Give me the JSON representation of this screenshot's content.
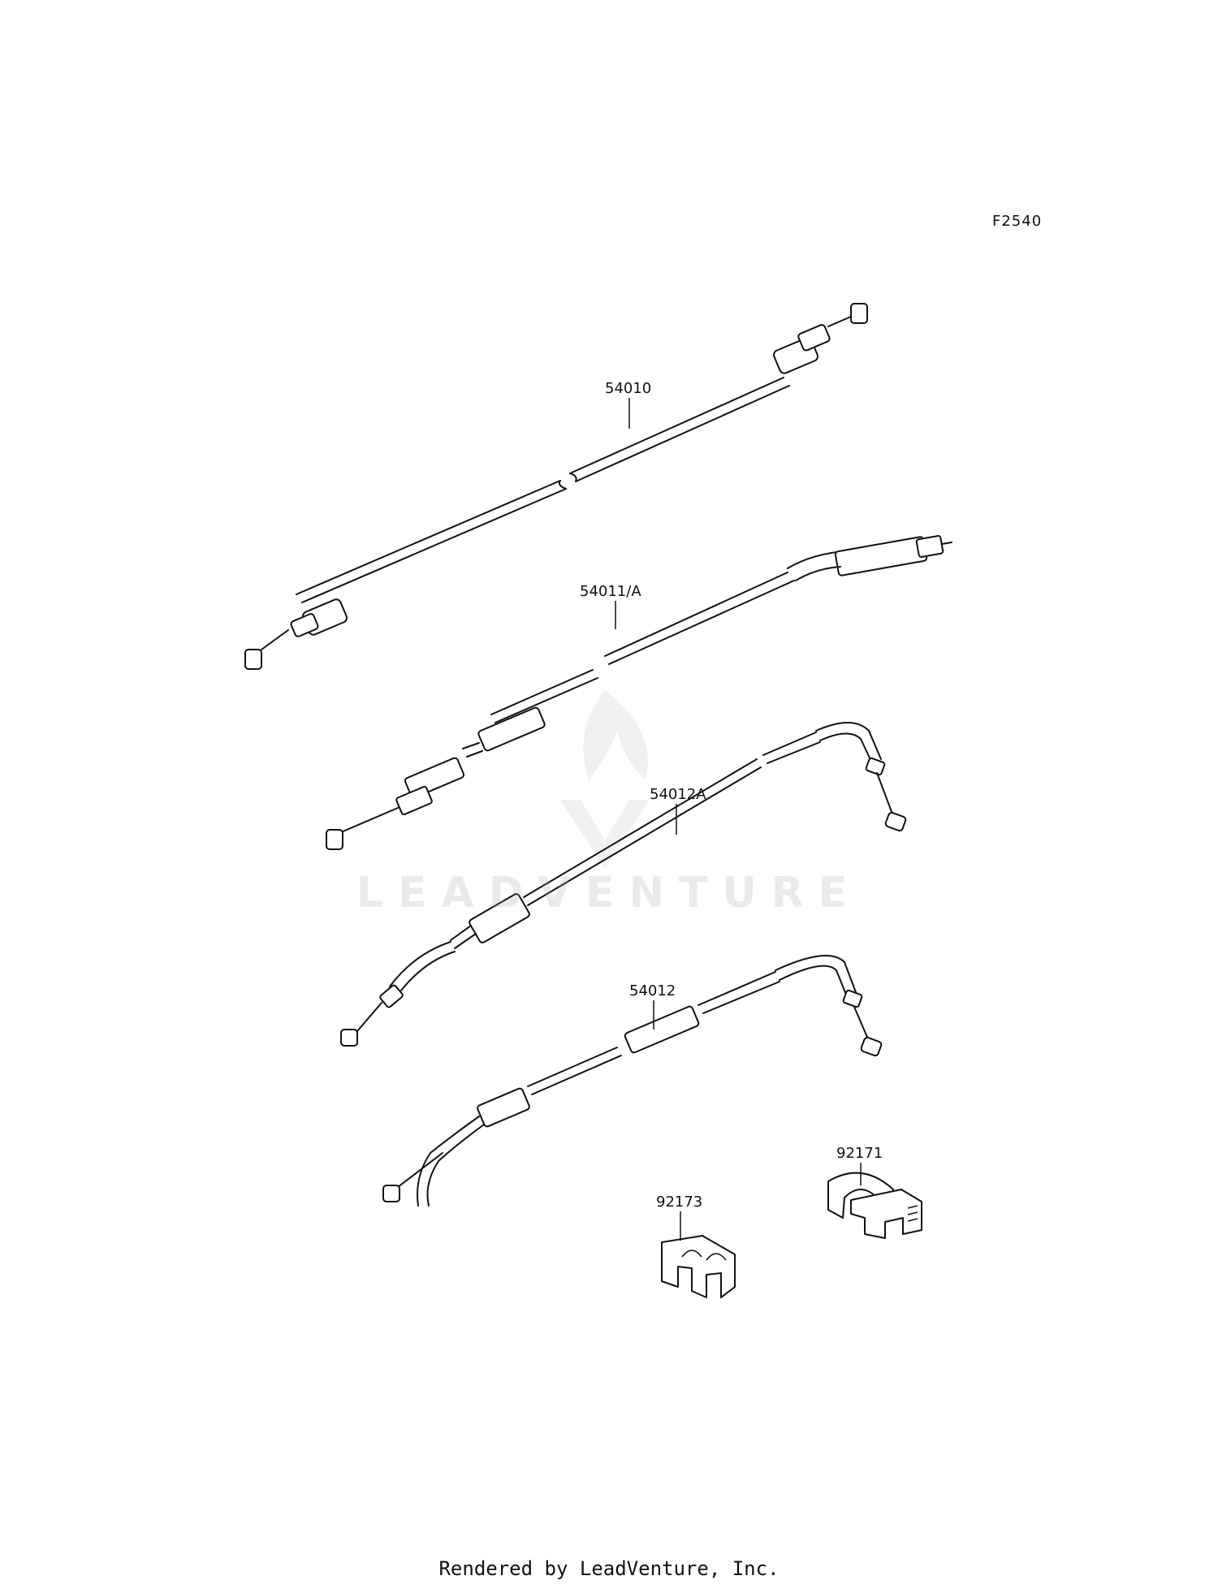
{
  "figure_code": "F2540",
  "parts": [
    {
      "number": "54010"
    },
    {
      "number": "54011/A"
    },
    {
      "number": "54012A"
    },
    {
      "number": "54012"
    },
    {
      "number": "92171"
    },
    {
      "number": "92173"
    }
  ],
  "watermark": "LEADVENTURE",
  "footer": "Rendered by LeadVenture, Inc."
}
